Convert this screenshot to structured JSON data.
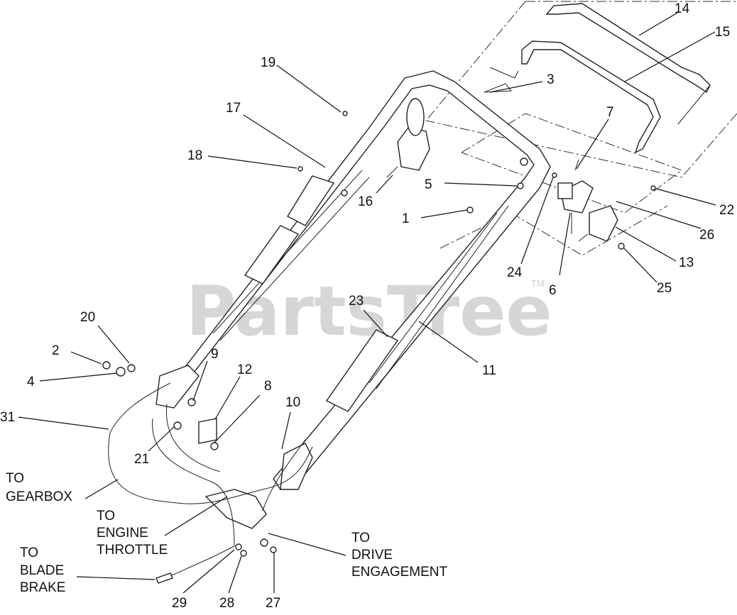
{
  "watermark": {
    "text": "PartsTree",
    "tm": "TM"
  },
  "callouts": {
    "c1": "1",
    "c2": "2",
    "c3": "3",
    "c4": "4",
    "c5": "5",
    "c6": "6",
    "c7": "7",
    "c8": "8",
    "c9": "9",
    "c10": "10",
    "c11": "11",
    "c12": "12",
    "c13": "13",
    "c14": "14",
    "c15": "15",
    "c16": "16",
    "c17": "17",
    "c18": "18",
    "c19": "19",
    "c20": "20",
    "c21": "21",
    "c22": "22",
    "c23": "23",
    "c24": "24",
    "c25": "25",
    "c26": "26",
    "c27": "27",
    "c28": "28",
    "c29": "29",
    "c31": "31"
  },
  "notes": {
    "gearbox": [
      "TO",
      "GEARBOX"
    ],
    "throttle": [
      "TO",
      "ENGINE",
      "THROTTLE"
    ],
    "blade_brake": [
      "TO",
      "BLADE",
      "BRAKE"
    ],
    "drive": [
      "TO",
      "DRIVE",
      "ENGAGEMENT"
    ]
  }
}
